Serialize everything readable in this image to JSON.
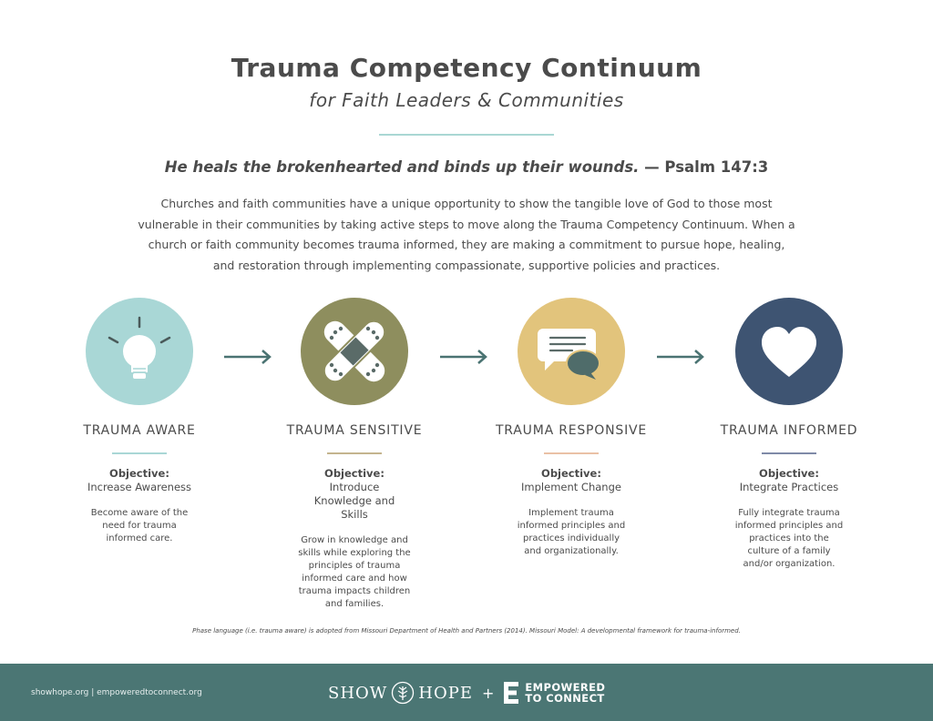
{
  "header": {
    "title": "Trauma Competency Continuum",
    "subtitle": "for Faith Leaders & Communities"
  },
  "verse": {
    "quote": "He heals the brokenhearted and binds up their wounds.",
    "reference": " — Psalm 147:3"
  },
  "intro": "Churches and faith communities have a unique opportunity to show the tangible love of God to those most vulnerable in their communities by taking active steps to move along the Trauma Competency Continuum. When a church or faith community becomes trauma informed, they are making a commitment to pursue hope, healing, and restoration through implementing compassionate, supportive policies and practices.",
  "colors": {
    "aware": "#a9d7d6",
    "sensitive": "#8e8e5e",
    "responsive": "#e2c47c",
    "informed": "#3e5472",
    "footer": "#4b7674",
    "arrow": "#4a7372"
  },
  "stages": [
    {
      "icon": "lightbulb-icon",
      "title": "TRAUMA AWARE",
      "objective_label": "Objective:",
      "objective": "Increase Awareness",
      "description": "Become aware of the need for trauma informed care."
    },
    {
      "icon": "bandage-icon",
      "title": "TRAUMA SENSITIVE",
      "objective_label": "Objective:",
      "objective": "Introduce Knowledge and Skills",
      "description": "Grow in knowledge and skills while exploring the principles of trauma informed care and how trauma impacts children and families."
    },
    {
      "icon": "speech-bubbles-icon",
      "title": "TRAUMA RESPONSIVE",
      "objective_label": "Objective:",
      "objective": "Implement Change",
      "description": "Implement trauma informed principles and practices individually and organizationally."
    },
    {
      "icon": "heart-icon",
      "title": "TRAUMA INFORMED",
      "objective_label": "Objective:",
      "objective": "Integrate Practices",
      "description": "Fully integrate trauma informed principles and practices into the culture of a family and/or organization."
    }
  ],
  "footnote": "Phase language (i.e. trauma aware) is adopted from Missouri Department of Health and Partners (2014). Missouri Model: A developmental framework for trauma-informed.",
  "footer": {
    "links": "showhope.org  |  empoweredtoconnect.org",
    "brand_show": "SHOW",
    "brand_hope": "HOPE",
    "plus": "+",
    "etc_line1": "EMPOWERED",
    "etc_line2": "TO CONNECT"
  }
}
